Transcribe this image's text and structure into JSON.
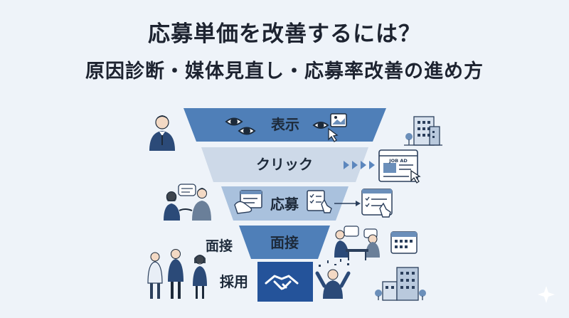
{
  "title": {
    "line1": "応募単価を改善するには？",
    "line2": "原因診断・媒体見直し・応募率改善の進め方"
  },
  "funnel": {
    "stages": [
      "表示",
      "クリック",
      "応募",
      "面接",
      "採用"
    ]
  },
  "side_labels": {
    "interview": "面接",
    "hire": "採用"
  },
  "job_ad_label": "JOB AD",
  "colors": {
    "stage1": "#4f7fb8",
    "stage2": "#cdd9e8",
    "stage3": "#a9c1dd",
    "stage4": "#4f7fb8",
    "stage5": "#24539a",
    "background": "#eef3f9",
    "ink": "#2b3f5c"
  }
}
